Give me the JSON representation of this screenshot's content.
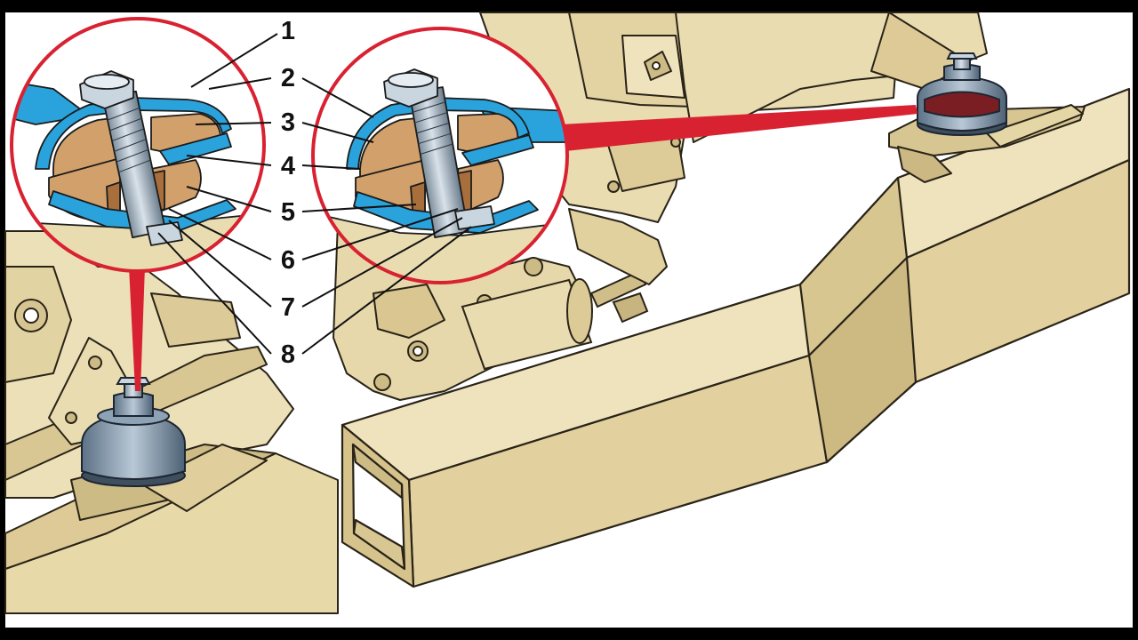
{
  "diagram": {
    "callouts": [
      {
        "number": "1"
      },
      {
        "number": "2"
      },
      {
        "number": "3"
      },
      {
        "number": "4"
      },
      {
        "number": "5"
      },
      {
        "number": "6"
      },
      {
        "number": "7"
      },
      {
        "number": "8"
      }
    ]
  },
  "colors": {
    "frame": "#000000",
    "background": "#ffffff",
    "metal": "#e9dcb1",
    "metal_shade": "#cdbb86",
    "metal_dark": "#a8955f",
    "outline": "#2a2418",
    "rubber": "#d2a06b",
    "rubber_dark": "#a86f3c",
    "bracket_blue": "#2aa3dc",
    "bolt": "#b9c7d3",
    "bolt_dark": "#6d7f8f",
    "cushion_red": "#7a1e24",
    "magnifier_ring": "#d92231",
    "label_text": "#111111"
  }
}
